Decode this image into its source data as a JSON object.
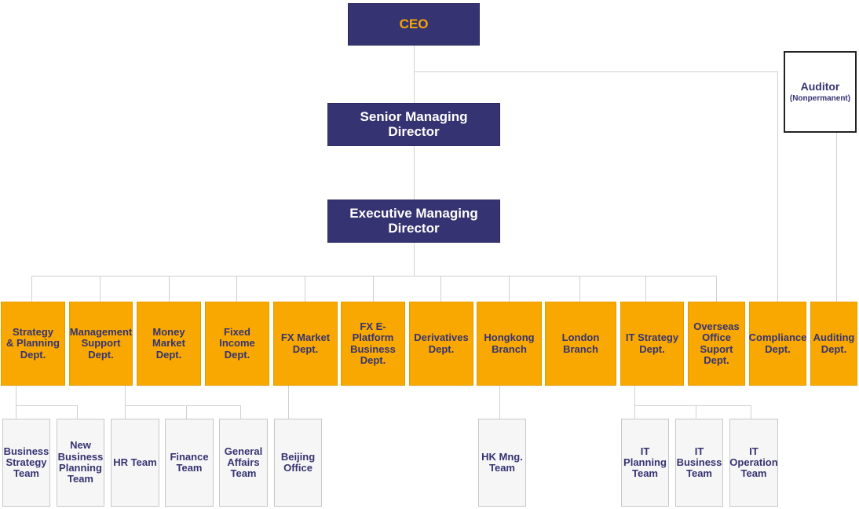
{
  "executives": {
    "ceo": "CEO",
    "senior_managing_director": "Senior Managing\nDirector",
    "executive_managing_director": "Executive Managing\nDirector"
  },
  "auditor": {
    "title": "Auditor",
    "subtitle": "(Nonpermanent)"
  },
  "departments": [
    "Strategy\n& Planning\nDept.",
    "Management\nSupport\nDept.",
    "Money\nMarket Dept.",
    "Fixed Income\nDept.",
    "FX Market\nDept.",
    "FX E-\nPlatform\nBusiness\nDept.",
    "Derivatives\nDept.",
    "Hongkong\nBranch",
    "London\nBranch",
    "IT Strategy\nDept.",
    "Overseas\nOffice\nSuport\nDept.",
    "Compliance\nDept.",
    "Auditing\nDept."
  ],
  "teams": [
    "Business\nStrategy\nTeam",
    "New\nBusiness\nPlanning\nTeam",
    "HR Team",
    "Finance\nTeam",
    "General\nAffairs\nTeam",
    "Beijing\nOffice",
    "HK Mng.\nTeam",
    "IT\nPlanning\nTeam",
    "IT\nBusiness\nTeam",
    "IT\nOperation\nTeam"
  ]
}
